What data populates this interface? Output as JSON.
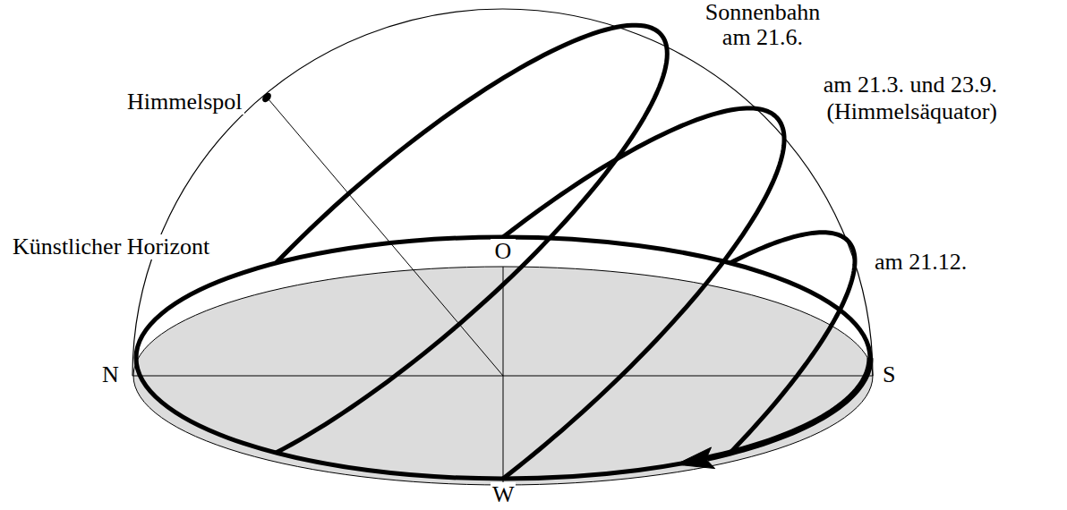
{
  "diagram": {
    "labels": [
      "Sonnenbahn am 21.6.",
      "am 21.3. und 23.9. (Himmelsäquator)",
      "am 21.12.",
      "Himmelspol",
      "Künstlicher Horizont",
      "O",
      "N",
      "S",
      "W"
    ]
  }
}
